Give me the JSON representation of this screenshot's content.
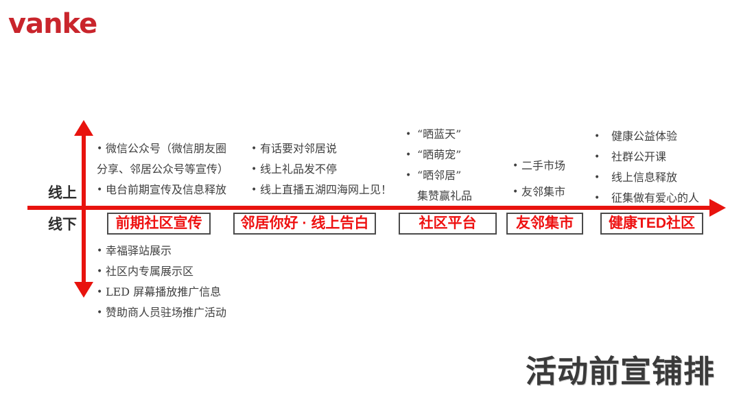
{
  "logo": {
    "text": "vanke"
  },
  "slide_title": "活动前宣铺排",
  "axis": {
    "online_label": "线上",
    "offline_label": "线下"
  },
  "bullet_char": "•",
  "stages": [
    {
      "label": "前期社区宣传",
      "online": [
        {
          "bullet": true,
          "indent": false,
          "text": "微信公众号（微信朋友圈"
        },
        {
          "bullet": false,
          "indent": false,
          "text": "分享、邻居公众号等宣传）"
        },
        {
          "bullet": true,
          "indent": false,
          "text": "电台前期宣传及信息释放"
        }
      ],
      "offline": [
        {
          "bullet": true,
          "indent": false,
          "text": "幸福驿站展示"
        },
        {
          "bullet": true,
          "indent": false,
          "text": "社区内专属展示区"
        },
        {
          "bullet": true,
          "indent": false,
          "text": "LED 屏幕播放推广信息"
        },
        {
          "bullet": true,
          "indent": false,
          "text": "赞助商人员驻场推广活动"
        }
      ]
    },
    {
      "label": "邻居你好 · 线上告白",
      "online": [
        {
          "bullet": true,
          "indent": false,
          "text": "有话要对邻居说"
        },
        {
          "bullet": true,
          "indent": false,
          "text": "线上礼品发不停"
        },
        {
          "bullet": true,
          "indent": false,
          "text": "线上直播五湖四海网上见！"
        }
      ],
      "offline": []
    },
    {
      "label": "社区平台",
      "online": [
        {
          "bullet": true,
          "indent": false,
          "text": "“晒蓝天”"
        },
        {
          "bullet": true,
          "indent": false,
          "text": "“晒萌宠”"
        },
        {
          "bullet": true,
          "indent": false,
          "text": "“晒邻居”"
        },
        {
          "bullet": false,
          "indent": true,
          "text": "集赞赢礼品"
        }
      ],
      "offline": []
    },
    {
      "label": "友邻集市",
      "online": [
        {
          "bullet": true,
          "indent": false,
          "text": "二手市场"
        },
        {
          "bullet": true,
          "indent": false,
          "text": "友邻集市"
        }
      ],
      "offline": []
    },
    {
      "label": "健康TED社区",
      "online": [
        {
          "bullet": true,
          "indent": false,
          "text": "健康公益体验"
        },
        {
          "bullet": true,
          "indent": false,
          "text": "社群公开课"
        },
        {
          "bullet": true,
          "indent": false,
          "text": "线上信息释放"
        },
        {
          "bullet": true,
          "indent": false,
          "text": "征集做有爱心的人"
        }
      ],
      "offline": []
    }
  ],
  "colors": {
    "axis_red": "#e8130e",
    "label_red": "#ee1111",
    "logo_red": "#c9252c",
    "text_dark": "#3f3f3f",
    "box_border": "#4a4a4a",
    "title_dark": "#3a3a3a"
  }
}
